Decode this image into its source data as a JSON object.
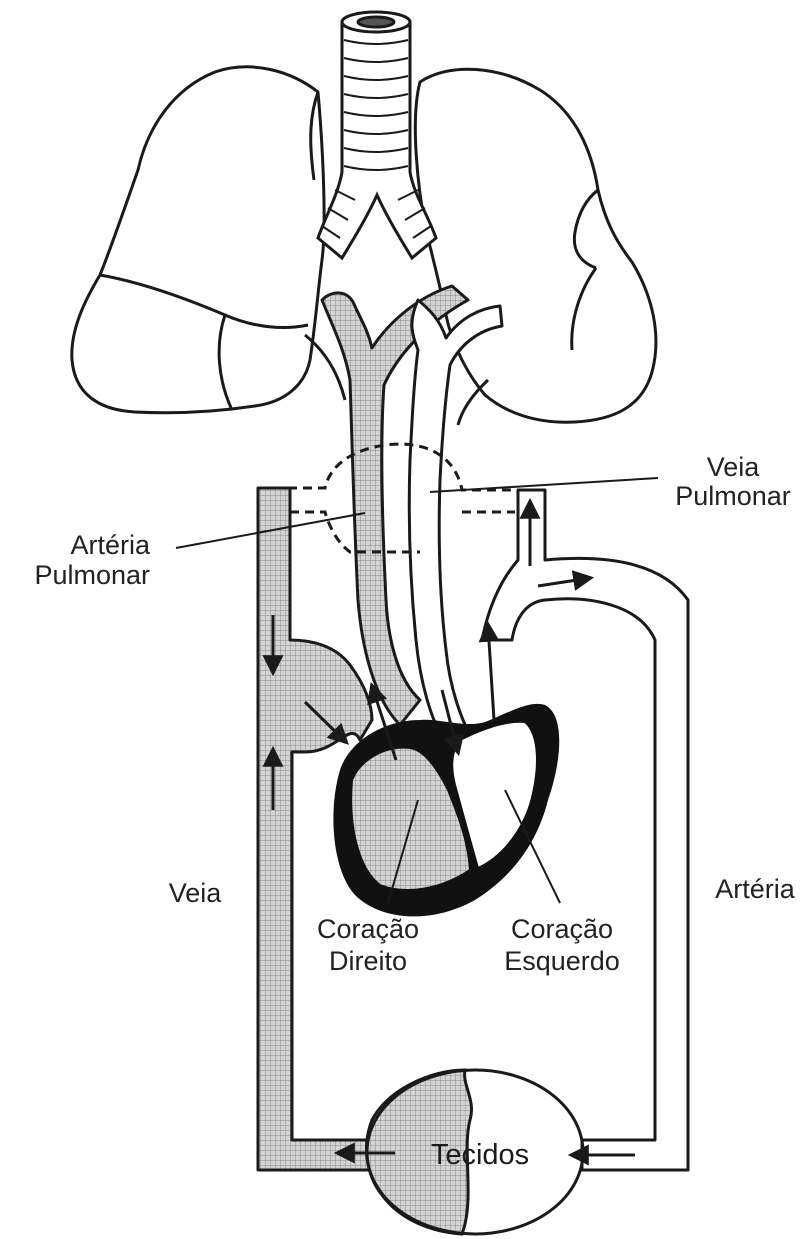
{
  "labels": {
    "veia_pulmonar_1": "Veia",
    "veia_pulmonar_2": "Pulmonar",
    "arteria_pulmonar_1": "Artéria",
    "arteria_pulmonar_2": "Pulmonar",
    "veia": "Veia",
    "arteria": "Artéria",
    "coracao_direito_1": "Coração",
    "coracao_direito_2": "Direito",
    "coracao_esquerdo_1": "Coração",
    "coracao_esquerdo_2": "Esquerdo",
    "tecidos": "Tecidos"
  },
  "colors": {
    "line": "#1a1a1a",
    "deoxygenated_fill": "#c8c8c8",
    "oxygenated_fill": "#ffffff",
    "heart_wall": "#111111"
  }
}
